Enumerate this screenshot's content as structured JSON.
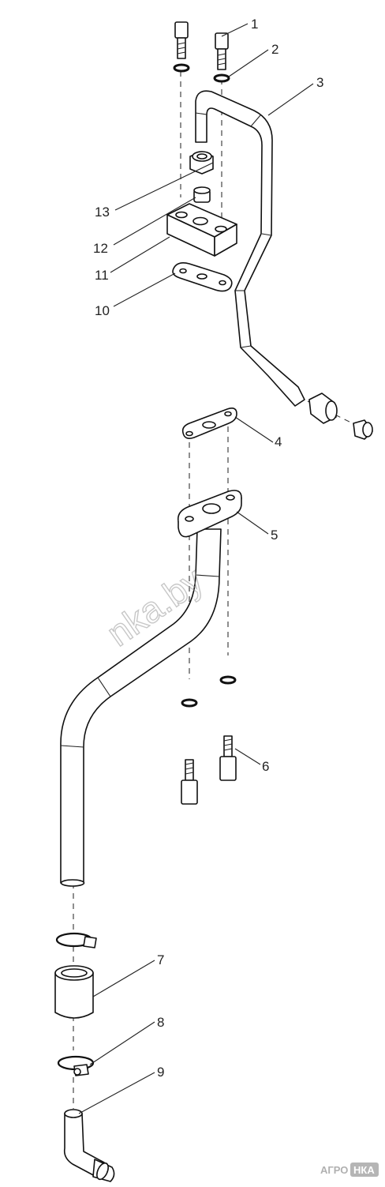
{
  "callouts": [
    {
      "number": "1"
    },
    {
      "number": "2"
    },
    {
      "number": "3"
    },
    {
      "number": "4"
    },
    {
      "number": "5"
    },
    {
      "number": "6"
    },
    {
      "number": "7"
    },
    {
      "number": "8"
    },
    {
      "number": "9"
    },
    {
      "number": "10"
    },
    {
      "number": "11"
    },
    {
      "number": "12"
    },
    {
      "number": "13"
    }
  ],
  "watermark": {
    "text": "nka.by"
  },
  "logo": {
    "left_text": "АГРО",
    "box_text": "НКА"
  }
}
